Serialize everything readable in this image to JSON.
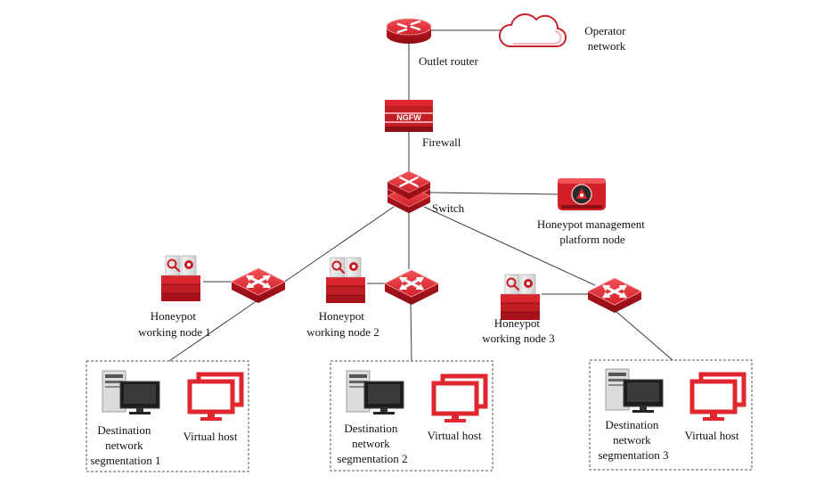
{
  "nodes": {
    "operator_network": [
      "Operator",
      "network"
    ],
    "outlet_router": "Outlet router",
    "firewall": "Firewall",
    "firewall_badge": "NGFW",
    "switch": "Switch",
    "management_node": [
      "Honeypot management",
      "platform node"
    ],
    "working_node_1": [
      "Honeypot",
      "working node 1"
    ],
    "working_node_2": [
      "Honeypot",
      "working node 2"
    ],
    "working_node_3": [
      "Honeypot",
      "working node 3"
    ]
  },
  "segments": [
    {
      "name": [
        "Destination",
        "network",
        "segmentation 1"
      ],
      "virtual_host": "Virtual host"
    },
    {
      "name": [
        "Destination",
        "network",
        "segmentation 2"
      ],
      "virtual_host": "Virtual host"
    },
    {
      "name": [
        "Destination",
        "network",
        "segmentation 3"
      ],
      "virtual_host": "Virtual host"
    }
  ],
  "colors": {
    "device_red": "#e0262e",
    "device_dark_red": "#a8121b",
    "line": "#3a3a3a"
  },
  "icons": [
    "router-icon",
    "cloud-icon",
    "firewall-icon",
    "switch-icon",
    "honeypot-server-icon",
    "desktop-computer-icon",
    "virtual-host-icon"
  ]
}
